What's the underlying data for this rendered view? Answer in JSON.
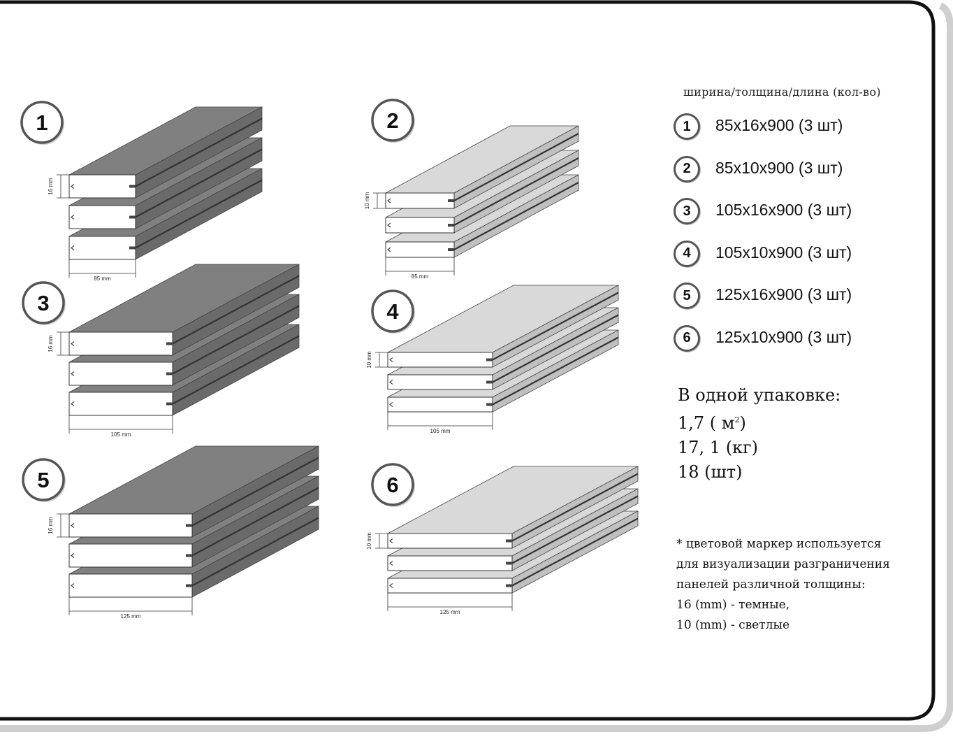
{
  "header": {
    "text": "ширина/толщина/длина (кол-во)"
  },
  "specs": [
    {
      "number": "1",
      "text": "85x16x900 (3 шт)"
    },
    {
      "number": "2",
      "text": "85x10x900 (3 шт)"
    },
    {
      "number": "3",
      "text": "105x16x900 (3 шт)"
    },
    {
      "number": "4",
      "text": "105x10x900 (3 шт)"
    },
    {
      "number": "5",
      "text": "125x16x900 (3 шт)"
    },
    {
      "number": "6",
      "text": "125x10x900 (3 шт)"
    }
  ],
  "package": {
    "title": "В одной упаковке:",
    "area_value": "1,7 ( м",
    "area_sup": "2",
    "area_close": ")",
    "weight": "17, 1 (кг)",
    "count": "18 (шт)"
  },
  "note": {
    "line1": "* цветовой маркер используется",
    "line2": "для визуализации разграничения",
    "line3": "панелей различной толщины:",
    "line4": "16 (mm) - темные,",
    "line5": "10 (mm) - светлые"
  },
  "stacks": [
    {
      "number": "1",
      "width_label": "85 mm",
      "thickness_label": "16 mm",
      "tone": "dark"
    },
    {
      "number": "2",
      "width_label": "85 mm",
      "thickness_label": "10 mm",
      "tone": "light"
    },
    {
      "number": "3",
      "width_label": "105 mm",
      "thickness_label": "16 mm",
      "tone": "dark"
    },
    {
      "number": "4",
      "width_label": "105 mm",
      "thickness_label": "10 mm",
      "tone": "light"
    },
    {
      "number": "5",
      "width_label": "125 mm",
      "thickness_label": "16 mm",
      "tone": "dark"
    },
    {
      "number": "6",
      "width_label": "125 mm",
      "thickness_label": "10 mm",
      "tone": "light"
    }
  ],
  "colors": {
    "dark_top": "#808080",
    "dark_side": "#6a6a6a",
    "light_top": "#d9d9d9",
    "light_side": "#c0c0c0",
    "frame": "#111111",
    "frame_shadow": "#cfcfcf"
  }
}
